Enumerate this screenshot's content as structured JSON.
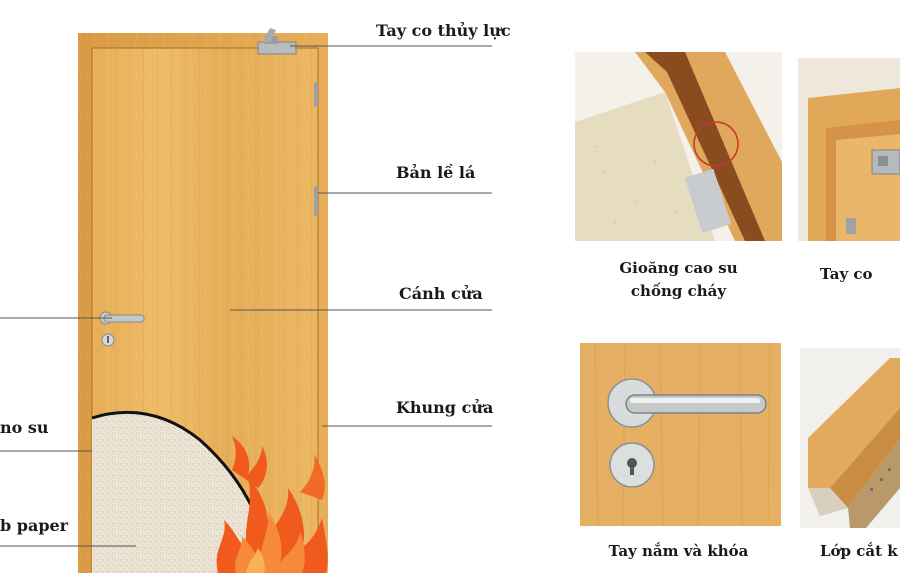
{
  "diagram": {
    "left_labels": {
      "tay_co": "Tay co thủy lực",
      "ban_le": "Bản lề lá",
      "canh_cua": "Cánh cửa",
      "khung_cua": "Khung cửa",
      "gioang_partial": "no su",
      "honeycomb_partial": "b paper"
    },
    "photos": [
      {
        "caption_line1": "Gioăng cao su",
        "caption_line2": "chống cháy"
      },
      {
        "caption": "Tay co"
      },
      {
        "caption": "Tay nắm và khóa"
      },
      {
        "caption": "Lớp cắt k"
      }
    ],
    "colors": {
      "wood": "#e9b55f",
      "wood_dark": "#c88a3a",
      "core": "#ede6d8",
      "flame": "#f0561a"
    }
  }
}
